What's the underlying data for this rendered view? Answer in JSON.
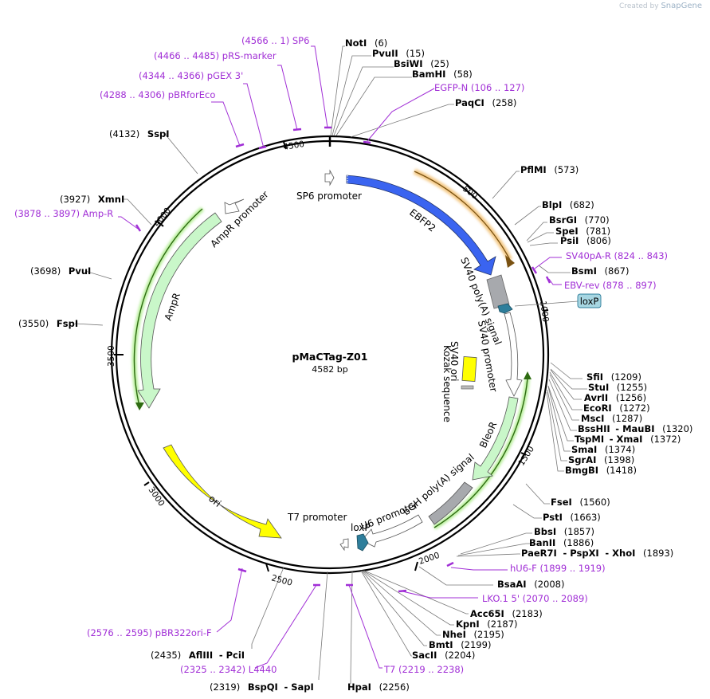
{
  "credit": {
    "prefix": "Created by",
    "brand": "SnapGene"
  },
  "plasmid": {
    "name": "pMaCTag-Z01",
    "length_label": "4582 bp"
  },
  "ticks": [
    "500",
    "1000",
    "1500",
    "2000",
    "2500",
    "3000",
    "3500",
    "4000",
    "4500"
  ],
  "colors": {
    "primer": "#a12fd6",
    "ebfp2": "#3a64f0",
    "ampr": "#c9f7c9",
    "bleor": "#c9f7c9",
    "ori": "#ffff00",
    "polyA": "#a7a9ad",
    "loxp": "#2e7e9b",
    "sv40ori": "#ffff00",
    "egfp_band": "#f0b046"
  },
  "features": {
    "sp6_promoter": "SP6 promoter",
    "ebfp2": "EBFP2",
    "sv40_polya": "SV40 poly(A) signal",
    "sv40_promoter": "SV40 promoter",
    "sv40_ori": "SV40 ori",
    "kozak": "Kozak sequence",
    "bleor": "BleoR",
    "bgh_polya": "bGH poly(A) signal",
    "u6_promoter": "U6 promoter",
    "loxp_inner": "loxP",
    "t7_promoter": "T7 promoter",
    "ori": "ori",
    "ampr": "AmpR",
    "ampr_promoter": "AmpR promoter",
    "loxp_box": "loxP"
  },
  "sites": {
    "noti": {
      "name": "NotI",
      "pos": "(6)"
    },
    "pvuii": {
      "name": "PvuII",
      "pos": "(15)"
    },
    "bsiwi": {
      "name": "BsiWI",
      "pos": "(25)"
    },
    "bamhi": {
      "name": "BamHI",
      "pos": "(58)"
    },
    "paqci": {
      "name": "PaqCI",
      "pos": "(258)"
    },
    "pflmi": {
      "name": "PflMI",
      "pos": "(573)"
    },
    "blpi": {
      "name": "BlpI",
      "pos": "(682)"
    },
    "bsrgi": {
      "name": "BsrGI",
      "pos": "(770)"
    },
    "spei": {
      "name": "SpeI",
      "pos": "(781)"
    },
    "psii": {
      "name": "PsiI",
      "pos": "(806)"
    },
    "bsmi": {
      "name": "BsmI",
      "pos": "(867)"
    },
    "sfii": {
      "name": "SfiI",
      "pos": "(1209)"
    },
    "stui": {
      "name": "StuI",
      "pos": "(1255)"
    },
    "avrii": {
      "name": "AvrII",
      "pos": "(1256)"
    },
    "ecori": {
      "name": "EcoRI",
      "pos": "(1272)"
    },
    "msci": {
      "name": "MscI",
      "pos": "(1287)"
    },
    "bsshii": {
      "name": "BssHII",
      "sep": "- MauBI",
      "pos": "(1320)"
    },
    "tspmi": {
      "name": "TspMI",
      "sep": "- XmaI",
      "pos": "(1372)"
    },
    "smai": {
      "name": "SmaI",
      "pos": "(1374)"
    },
    "sgrai": {
      "name": "SgrAI",
      "pos": "(1398)"
    },
    "bmgbi": {
      "name": "BmgBI",
      "pos": "(1418)"
    },
    "fsei": {
      "name": "FseI",
      "pos": "(1560)"
    },
    "psti": {
      "name": "PstI",
      "pos": "(1663)"
    },
    "bbsi": {
      "name": "BbsI",
      "pos": "(1857)"
    },
    "banii": {
      "name": "BanII",
      "pos": "(1886)"
    },
    "paer7i": {
      "name": "PaeR7I",
      "sep1": "- PspXI",
      "sep2": "- XhoI",
      "pos": "(1893)"
    },
    "bsaai": {
      "name": "BsaAI",
      "pos": "(2008)"
    },
    "acc65i": {
      "name": "Acc65I",
      "pos": "(2183)"
    },
    "kpni": {
      "name": "KpnI",
      "pos": "(2187)"
    },
    "nhei": {
      "name": "NheI",
      "pos": "(2195)"
    },
    "bmti": {
      "name": "BmtI",
      "pos": "(2199)"
    },
    "sacii": {
      "name": "SacII",
      "pos": "(2204)"
    },
    "hpai": {
      "name": "HpaI",
      "pos": "(2256)"
    },
    "bspqi": {
      "name": "BspQI",
      "sep": "- SapI",
      "pos": "(2319)"
    },
    "afliii": {
      "name": "AflIII",
      "sep": "- PciI",
      "pos": "(2435)"
    },
    "fspi": {
      "name": "FspI",
      "pos": "(3550)"
    },
    "pvui": {
      "name": "PvuI",
      "pos": "(3698)"
    },
    "xmni": {
      "name": "XmnI",
      "pos": "(3927)"
    },
    "sspi": {
      "name": "SspI",
      "pos": "(4132)"
    }
  },
  "primers": {
    "sp6": "(4566 .. 1)  SP6",
    "prs": "(4466 .. 4485)  pRS-marker",
    "pgex": "(4344 .. 4366)  pGEX 3'",
    "pbrforeco": "(4288 .. 4306)  pBRforEco",
    "egfpn": "EGFP-N   (106 .. 127)",
    "sv40pa": "SV40pA-R   (824 .. 843)",
    "ebvrev": "EBV-rev   (878 .. 897)",
    "ampr": "(3878 .. 3897)  Amp-R",
    "hu6f": "hU6-F   (1899 .. 1919)",
    "lko": "LKO.1 5'   (2070 .. 2089)",
    "t7": "T7   (2219 .. 2238)",
    "l4440": "(2325 .. 2342)  L4440",
    "pbr322": "(2576 .. 2595)  pBR322ori-F"
  }
}
